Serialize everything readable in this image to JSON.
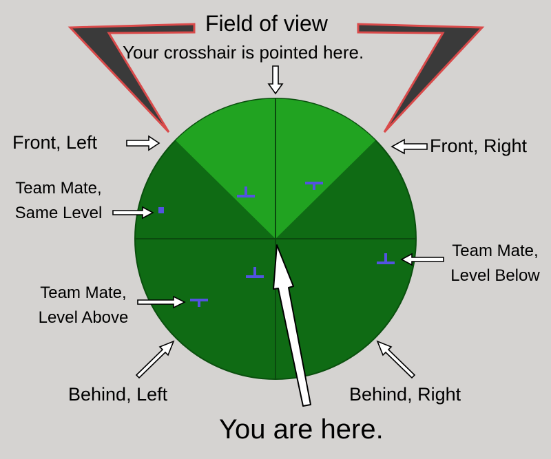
{
  "title": "Field of view",
  "subtitle": "Your crosshair is pointed here.",
  "labels": {
    "front_left": "Front, Left",
    "front_right": "Front, Right",
    "same_level": [
      "Team Mate,",
      "Same Level"
    ],
    "level_below": [
      "Team Mate,",
      "Level Below"
    ],
    "level_above": [
      "Team Mate,",
      "Level Above"
    ],
    "behind_left": "Behind, Left",
    "behind_right": "Behind, Right",
    "you_are_here": "You are here."
  },
  "colors": {
    "background": "#d5d3d1",
    "radar_dark": "#0f6b14",
    "field_of_view": "#21a321",
    "teammate_marker": "#5353e0",
    "bracket_outline": "#d94a4a",
    "bracket_fill": "#3a3a3a"
  },
  "icons": [
    "teammate-same-level-icon",
    "teammate-level-below-icon",
    "teammate-level-above-icon",
    "player-arrow-icon"
  ]
}
